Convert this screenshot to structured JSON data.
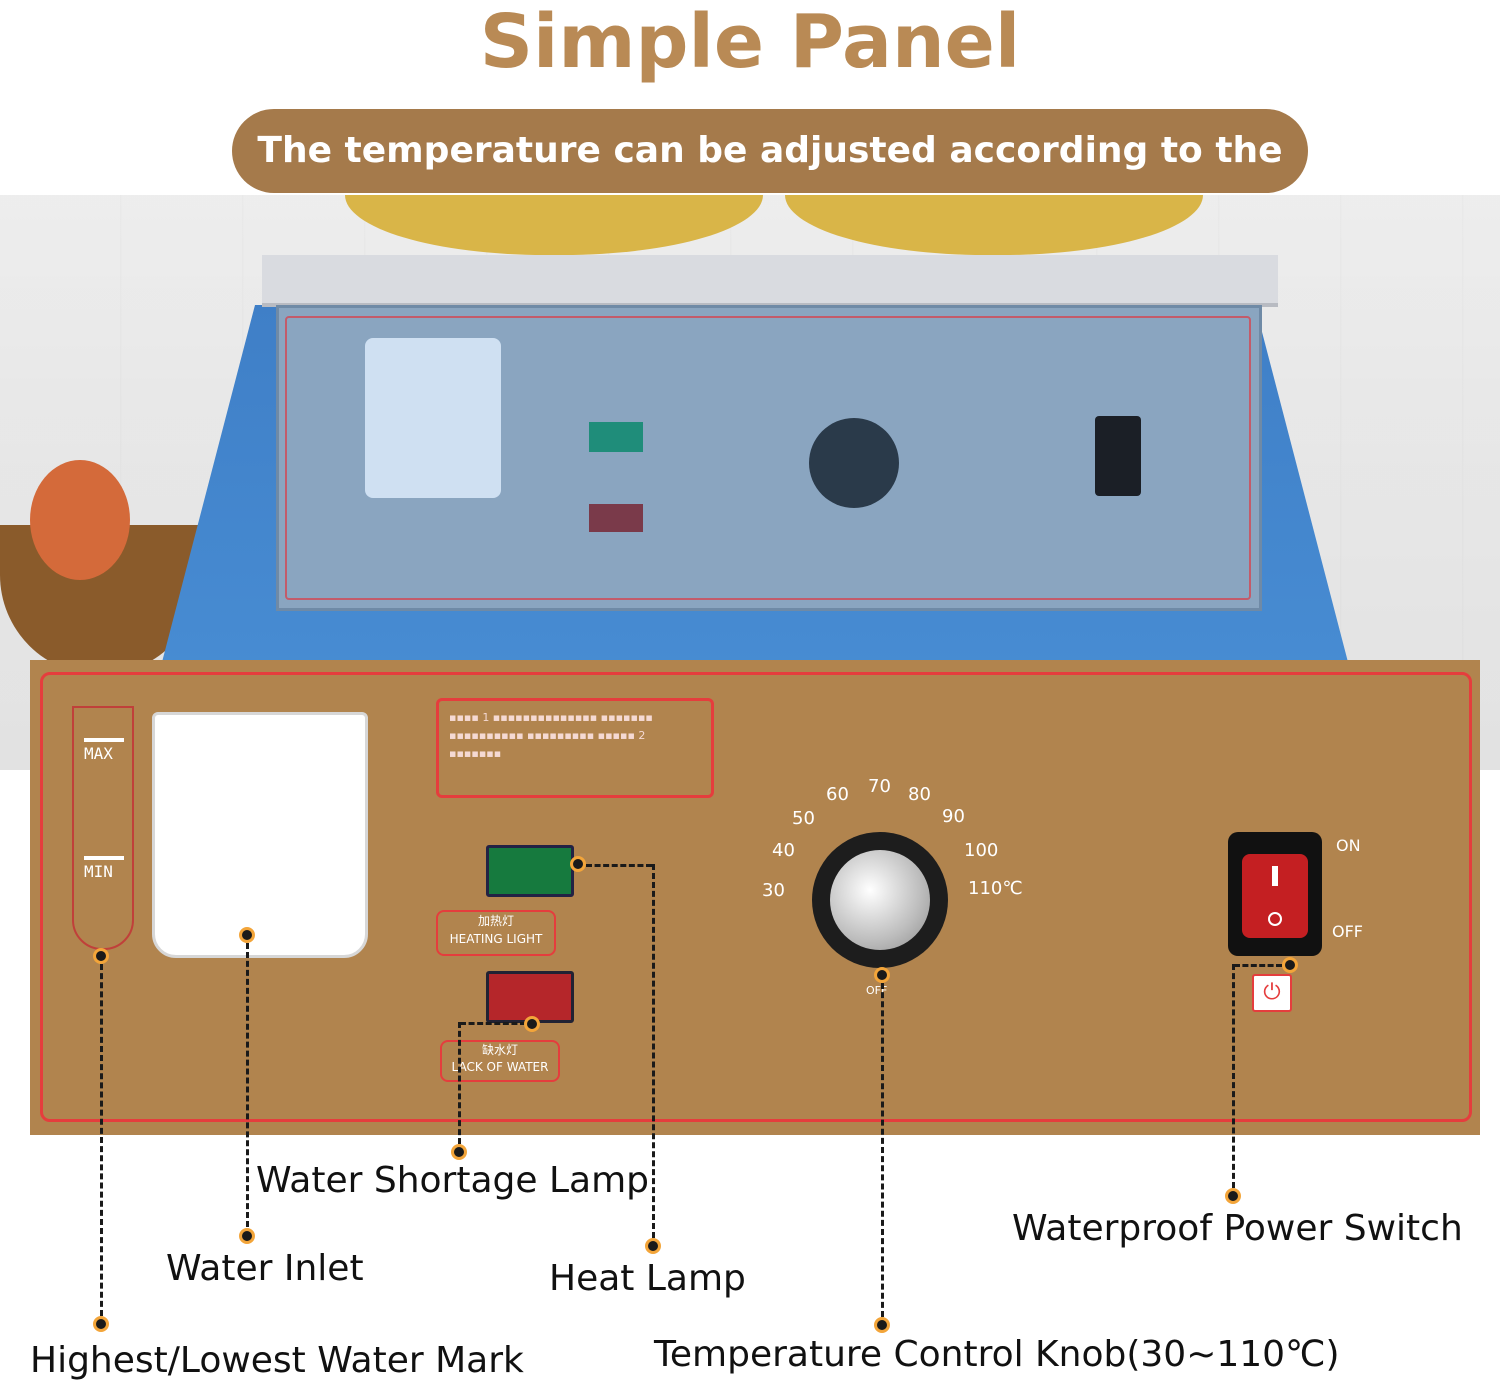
{
  "header": {
    "title": "Simple Panel",
    "subtitle": "The temperature can be adjusted according to the food"
  },
  "panel": {
    "gauge_max": "MAX",
    "gauge_min": "MIN",
    "heating_label_cn": "加热灯",
    "heating_label_en": "HEATING LIGHT",
    "lack_label_cn": "缺水灯",
    "lack_label_en": "LACK OF WATER",
    "temp_ticks": [
      "30",
      "40",
      "50",
      "60",
      "70",
      "80",
      "90",
      "100",
      "110℃"
    ],
    "off_tick": "OFF",
    "switch_on": "ON",
    "switch_off": "OFF"
  },
  "callouts": {
    "water_shortage_lamp": "Water Shortage Lamp",
    "water_inlet": "Water Inlet",
    "heat_lamp": "Heat Lamp",
    "waterproof_power_switch": "Waterproof Power Switch",
    "water_mark": "Highest/Lowest Water Mark",
    "temperature_knob": "Temperature Control Knob(30~110℃)"
  },
  "colors": {
    "accent": "#a57a4b",
    "panel": "#b1844e",
    "border_red": "#e53d3d",
    "dot": "#f3a53a"
  }
}
